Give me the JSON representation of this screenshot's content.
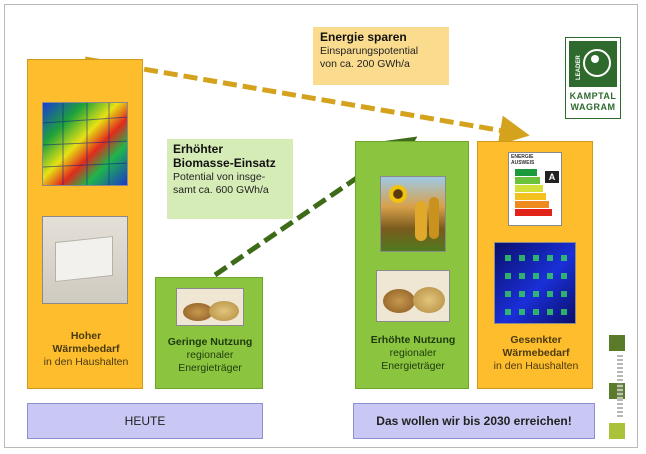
{
  "callouts": {
    "energie": {
      "title": "Energie sparen",
      "line1": "Einsparungspotential",
      "line2": "von ca. 200 GWh/a"
    },
    "biomasse": {
      "title1": "Erhöhter",
      "title2": "Biomasse-Einsatz",
      "line1": "Potential von insge-",
      "line2": "samt ca. 600 GWh/a"
    }
  },
  "columns": {
    "heute_hoch": {
      "l1": "Hoher",
      "l2": "Wärmebedarf",
      "l3": "in den Haushalten"
    },
    "heute_gering": {
      "l1": "Geringe Nutzung",
      "l2": "regionaler",
      "l3": "Energieträger"
    },
    "ziel_erhoeht": {
      "l1": "Erhöhte Nutzung",
      "l2": "regionaler",
      "l3": "Energieträger"
    },
    "ziel_gesenkt": {
      "l1": "Gesenkter",
      "l2": "Wärmebedarf",
      "l3": "in den Haushalten"
    }
  },
  "bars": {
    "heute": "HEUTE",
    "ziel": "Das wollen wir bis 2030 erreichen!"
  },
  "logo": {
    "leader": "LEADER",
    "line1": "KAMPTAL",
    "line2": "WAGRAM"
  },
  "energy_label": {
    "header": "ENERGIE AUSWEIS",
    "class": "A"
  },
  "colors": {
    "orange": "#fdbd2d",
    "green": "#8bc53f",
    "bar": "#c9c8f4",
    "arrow_energy": "#d4a21c",
    "arrow_bio": "#3d6b18",
    "logo": "#2e6a2c"
  },
  "icons": [
    "thermal-facade-image",
    "radiator-image",
    "wood-pellets-image",
    "sunflower-corn-image",
    "energy-label-icon",
    "insulated-building-image",
    "leader-logo"
  ]
}
